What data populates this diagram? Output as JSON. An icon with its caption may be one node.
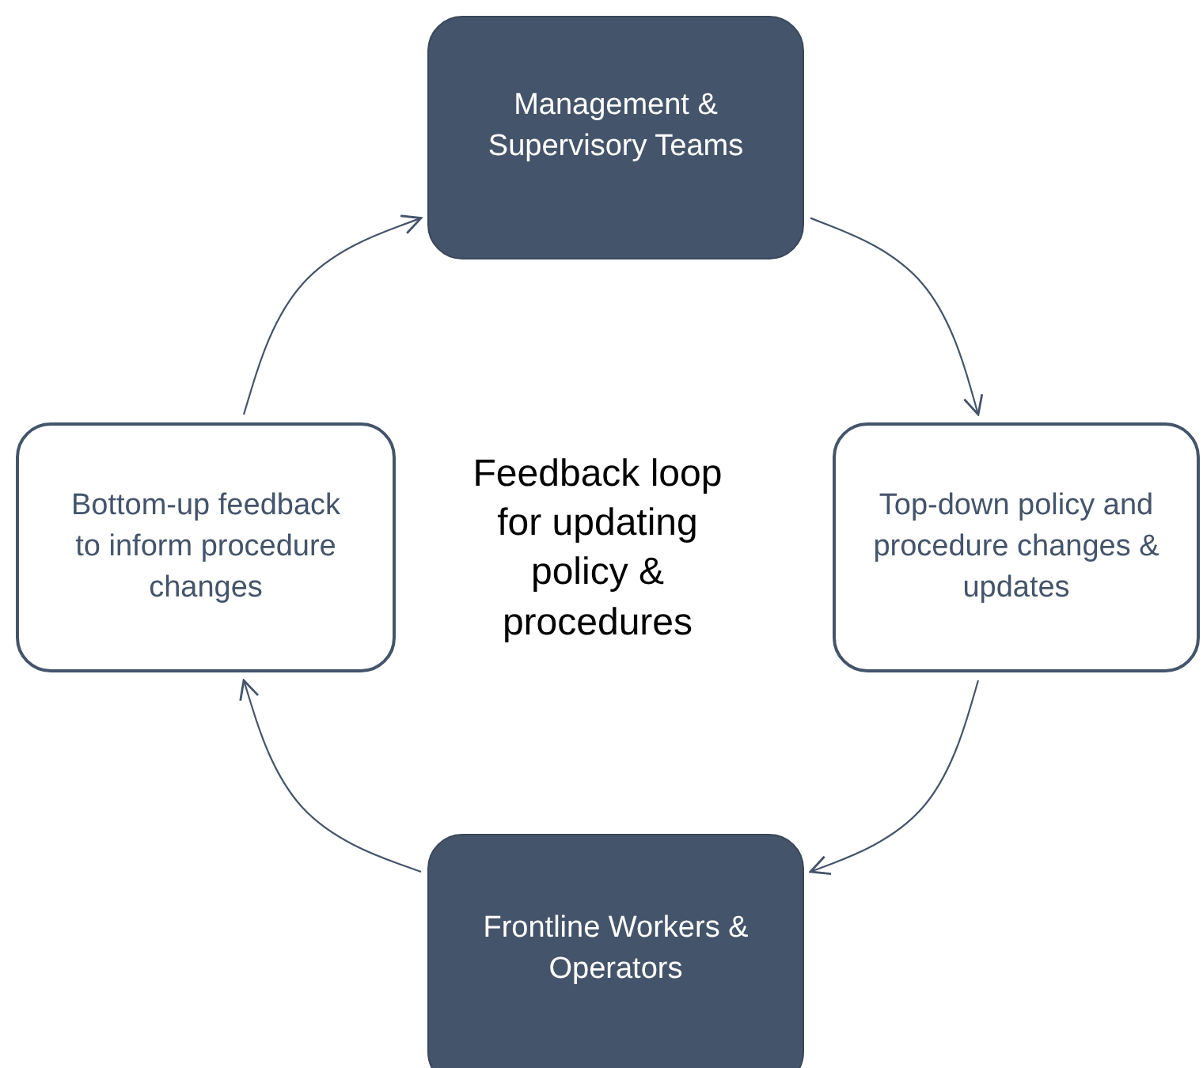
{
  "diagram": {
    "nodes": [
      {
        "text": [
          "Management & Supervisory Teams"
        ]
      },
      {
        "text": [
          "Bottom-up feedback to inform procedure changes"
        ]
      },
      {
        "text": [
          "Top-down policy and procedure changes & updates"
        ]
      },
      {
        "text": [
          "Frontline Workers & Operators"
        ]
      }
    ],
    "edges": [
      {
        "from": 0,
        "to": 2,
        "arrow": "to"
      },
      {
        "from": 2,
        "to": 3,
        "arrow": "to"
      },
      {
        "from": 3,
        "to": 1,
        "arrow": "to"
      },
      {
        "from": 1,
        "to": 0,
        "arrow": "to"
      }
    ],
    "labels": [
      "Feedback loop for updating policy & procedures"
    ]
  }
}
